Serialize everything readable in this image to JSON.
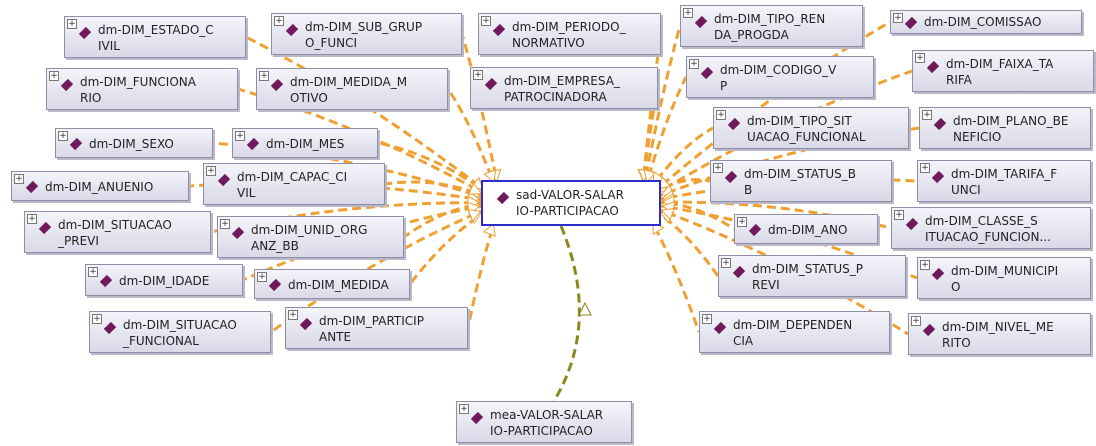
{
  "center": {
    "id": "center",
    "label": "sad-VALOR-SALAR\nIO-PARTICIPACAO"
  },
  "measure": {
    "id": "measure",
    "label": "mea-VALOR-SALAR\nIO-PARTICIPACAO"
  },
  "dimensions": [
    {
      "id": "estado_civil",
      "label": "dm-DIM_ESTADO_C\nIVIL"
    },
    {
      "id": "sub_grupo_funci",
      "label": "dm-DIM_SUB_GRUP\nO_FUNCI"
    },
    {
      "id": "periodo_normativo",
      "label": "dm-DIM_PERIODO_\nNORMATIVO"
    },
    {
      "id": "tipo_renda_progda",
      "label": "dm-DIM_TIPO_REN\nDA_PROGDA"
    },
    {
      "id": "comissao",
      "label": "dm-DIM_COMISSAO"
    },
    {
      "id": "funcionario",
      "label": "dm-DIM_FUNCIONA\nRIO"
    },
    {
      "id": "medida_motivo",
      "label": "dm-DIM_MEDIDA_M\nOTIVO"
    },
    {
      "id": "empresa_patrocinadora",
      "label": "dm-DIM_EMPRESA_\nPATROCINADORA"
    },
    {
      "id": "codigo_vp",
      "label": "dm-DIM_CODIGO_V\nP"
    },
    {
      "id": "faixa_tarifa",
      "label": "dm-DIM_FAIXA_TA\nRIFA"
    },
    {
      "id": "sexo",
      "label": "dm-DIM_SEXO"
    },
    {
      "id": "mes",
      "label": "dm-DIM_MES"
    },
    {
      "id": "tipo_situacao_funcional",
      "label": "dm-DIM_TIPO_SIT\nUACAO_FUNCIONAL"
    },
    {
      "id": "plano_beneficio",
      "label": "dm-DIM_PLANO_BE\nNEFICIO"
    },
    {
      "id": "anuenio",
      "label": "dm-DIM_ANUENIO"
    },
    {
      "id": "capac_civil",
      "label": "dm-DIM_CAPAC_CI\nVIL"
    },
    {
      "id": "status_bb",
      "label": "dm-DIM_STATUS_B\nB"
    },
    {
      "id": "tarifa_funci",
      "label": "dm-DIM_TARIFA_F\nUNCI"
    },
    {
      "id": "situacao_previ",
      "label": "dm-DIM_SITUACAO\n_PREVI"
    },
    {
      "id": "unid_org_anz_bb",
      "label": "dm-DIM_UNID_ORG\nANZ_BB"
    },
    {
      "id": "ano",
      "label": "dm-DIM_ANO"
    },
    {
      "id": "classe_situacao_funcional",
      "label": "dm-DIM_CLASSE_S\nITUACAO_FUNCION..."
    },
    {
      "id": "idade",
      "label": "dm-DIM_IDADE"
    },
    {
      "id": "medida",
      "label": "dm-DIM_MEDIDA"
    },
    {
      "id": "status_previ",
      "label": "dm-DIM_STATUS_P\nREVI"
    },
    {
      "id": "municipio",
      "label": "dm-DIM_MUNICIPI\nO"
    },
    {
      "id": "situacao_funcional",
      "label": "dm-DIM_SITUACAO\n_FUNCIONAL"
    },
    {
      "id": "participante",
      "label": "dm-DIM_PARTICIP\nANTE"
    },
    {
      "id": "dependencia",
      "label": "dm-DIM_DEPENDEN\nCIA"
    },
    {
      "id": "nivel_merito",
      "label": "dm-DIM_NIVEL_ME\nRITO"
    }
  ],
  "colors": {
    "dimension_edge": "#f0a030",
    "measure_edge": "#8a8a1a",
    "center_border": "#2c2ccc",
    "node_icon": "#6e1a5b"
  }
}
